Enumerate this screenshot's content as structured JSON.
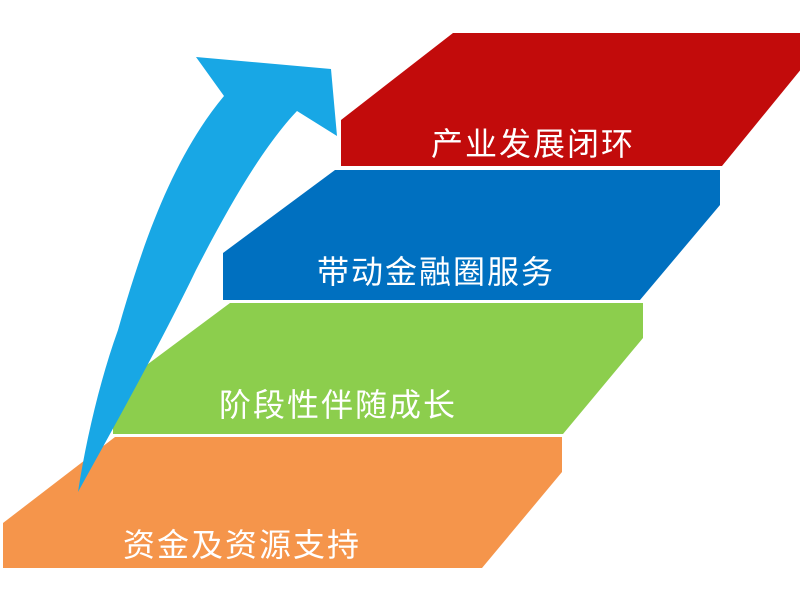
{
  "diagram": {
    "background_color": "#FFFFFF",
    "label_text_color": "#FFFFFF",
    "steps": [
      {
        "id": "funding-support",
        "label": "资金及资源支持",
        "color": "#F5954B"
      },
      {
        "id": "staged-growth",
        "label": "阶段性伴随成长",
        "color": "#8CCE4D"
      },
      {
        "id": "financial-services",
        "label": "带动金融圈服务",
        "color": "#0070C0"
      },
      {
        "id": "industry-loop",
        "label": "产业发展闭环",
        "color": "#C20B0B"
      }
    ],
    "arrow": {
      "meaning": "upward-growth",
      "color": "#18A7E5"
    }
  }
}
